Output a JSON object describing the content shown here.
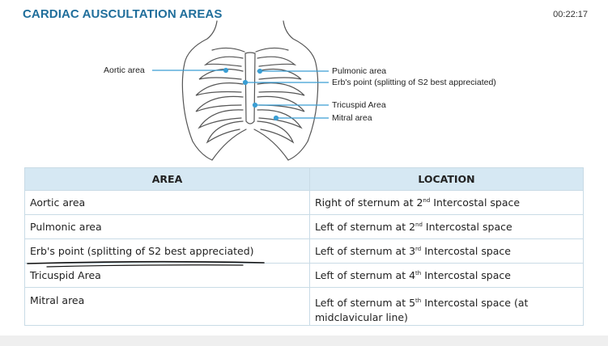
{
  "header": {
    "title": "CARDIAC AUSCULTATION AREAS",
    "timestamp": "00:22:17"
  },
  "diagram": {
    "labels": {
      "aortic": "Aortic area",
      "pulmonic": "Pulmonic area",
      "erbs": "Erb's point (splitting of S2 best appreciated)",
      "tricuspid": "Tricuspid Area",
      "mitral": "Mitral area"
    },
    "colors": {
      "pointer": "#3b9ed3",
      "outline": "#555555"
    }
  },
  "table": {
    "headers": {
      "area": "AREA",
      "location": "LOCATION"
    },
    "rows": [
      {
        "area": "Aortic area",
        "location_pre": "Right of sternum at 2",
        "location_sup": "nd",
        "location_post": " Intercostal space"
      },
      {
        "area": "Pulmonic area",
        "location_pre": "Left of sternum at 2",
        "location_sup": "nd",
        "location_post": " Intercostal space"
      },
      {
        "area": "Erb's point (splitting of S2 best appreciated)",
        "location_pre": "Left of sternum at 3",
        "location_sup": "rd",
        "location_post": " Intercostal space"
      },
      {
        "area": "Tricuspid Area",
        "location_pre": "Left of sternum at 4",
        "location_sup": "th",
        "location_post": " Intercostal space"
      },
      {
        "area": "Mitral area",
        "location_pre": "Left of sternum at 5",
        "location_sup": "th",
        "location_post": " Intercostal space (at midclavicular line)"
      }
    ],
    "colors": {
      "header_bg": "#d6e8f3",
      "border": "#c9dbe6"
    }
  }
}
